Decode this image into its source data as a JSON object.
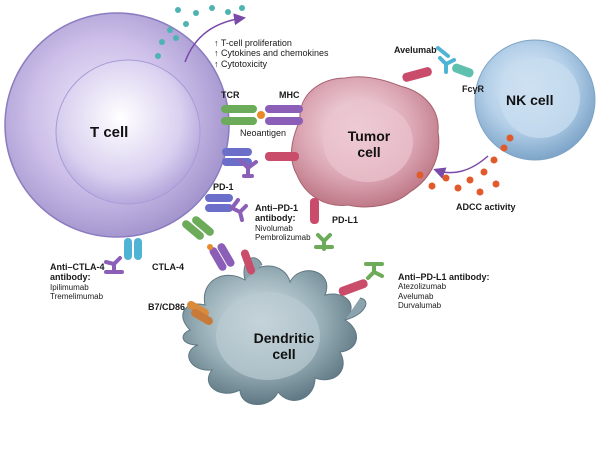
{
  "cells": {
    "t_cell": "T cell",
    "tumor_cell": "Tumor cell",
    "nk_cell": "NK cell",
    "dendritic_cell": "Dendritic cell"
  },
  "effects": [
    "↑ T-cell proliferation",
    "↑ Cytokines and chemokines",
    "↑ Cytotoxicity"
  ],
  "receptors": {
    "tcr": "TCR",
    "mhc": "MHC",
    "neoantigen": "Neoantigen",
    "pd1": "PD-1",
    "pdl1": "PD-L1",
    "ctla4": "CTLA-4",
    "b7cd86": "B7/CD86",
    "fcgr": "FcγR"
  },
  "avelumab_label": "Avelumab",
  "adcc": "ADCC activity",
  "anti_pd1": {
    "title": "Anti–PD-1 antibody:",
    "drugs": [
      "Nivolumab",
      "Pembrolizumab"
    ]
  },
  "anti_ctla4": {
    "title": "Anti–CTLA-4 antibody:",
    "drugs": [
      "Ipilimumab",
      "Tremelimumab"
    ]
  },
  "anti_pdl1": {
    "title": "Anti–PD-L1 antibody:",
    "drugs": [
      "Atezolizumab",
      "Avelumab",
      "Durvalumab"
    ]
  },
  "colors": {
    "t_cell": "#c9b8e8",
    "tumor_cell": "#d7a3b0",
    "nk_cell": "#a9c8e4",
    "dendritic_cell": "#8aa3ad",
    "antibody_green": "#6bab59",
    "granule": "#e05a2a"
  }
}
